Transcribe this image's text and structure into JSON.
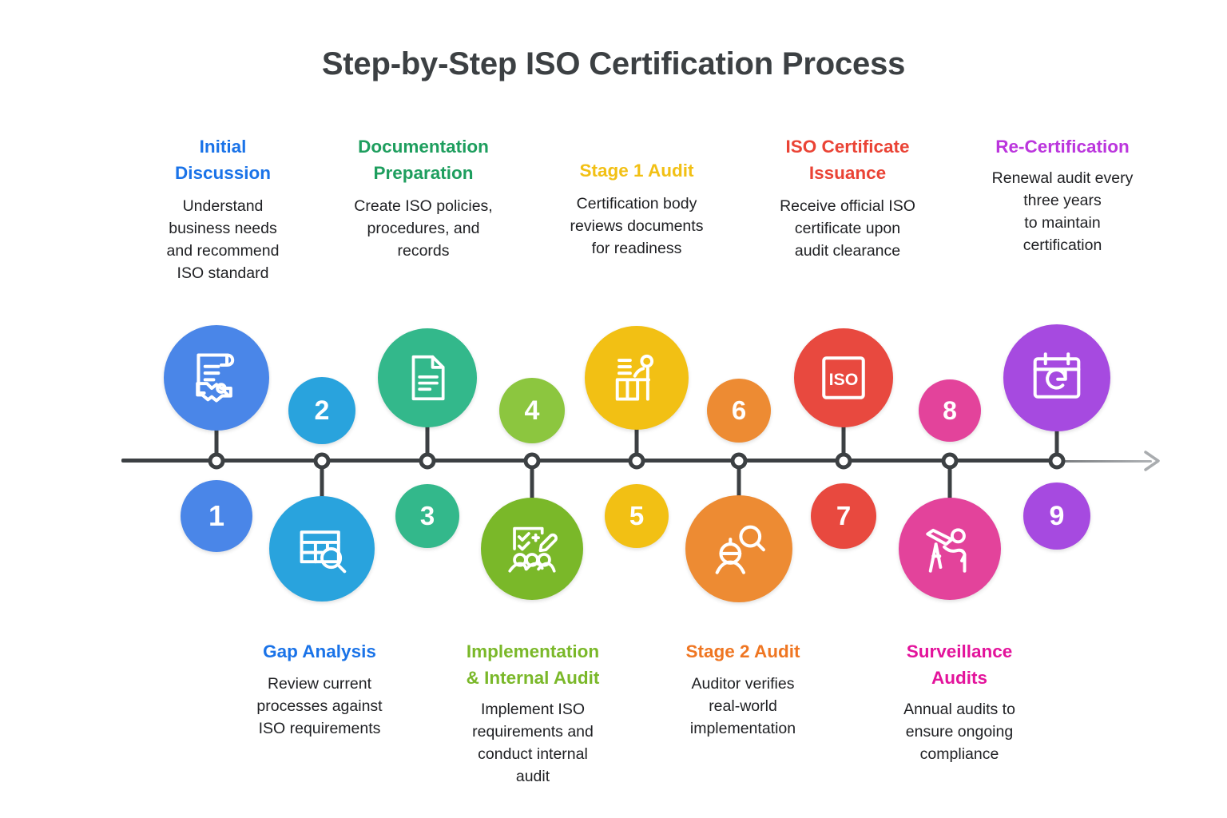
{
  "title": "Step-by-Step ISO Certification Process",
  "colors": {
    "step1": "#4a86e8",
    "step2": "#29a3dd",
    "step3": "#29a3dd",
    "step4": "#8cc63f",
    "step5": "#7ab829",
    "step6": "#ed8b33",
    "step7": "#e8493f",
    "step8": "#e3439b",
    "step9": "#a64ae0",
    "icon1": "#4a86e8",
    "icon2": "#33b88b",
    "icon3": "#29a3dd",
    "icon4": "#f2c014",
    "icon5": "#7ab829",
    "icon6": "#ed8b33",
    "icon7": "#e8493f",
    "icon8": "#e3439b",
    "icon9": "#a64ae0",
    "axis": "#3c4043",
    "title": "#3c4043",
    "body_text": "#202124",
    "hd_initial": "#1a73e8",
    "hd_documentation": "#1e9e5e",
    "hd_stage1": "#f2c014",
    "hd_iso_cert": "#ea4335",
    "hd_recert": "#bb35dd",
    "hd_gap": "#1a73e8",
    "hd_implementation": "#7ab829",
    "hd_stage2": "#ef7622",
    "hd_surveillance": "#e3139b"
  },
  "steps": [
    {
      "number": "1",
      "heading": "Initial Discussion",
      "heading_lines": [
        "Initial",
        "Discussion"
      ],
      "body": "Understand business needs and recommend ISO standard",
      "body_lines": [
        "Understand",
        "business needs",
        "and recommend",
        "ISO standard"
      ],
      "side": "top",
      "icon": "contract-handshake-icon"
    },
    {
      "number": "2",
      "heading": "Gap Analysis",
      "heading_lines": [
        "Gap Analysis"
      ],
      "body": "Review current processes against ISO requirements",
      "body_lines": [
        "Review current",
        "processes against",
        "ISO requirements"
      ],
      "side": "bottom",
      "icon": "table-search-icon"
    },
    {
      "number": "3",
      "heading": "Documentation Preparation",
      "heading_lines": [
        "Documentation",
        "Preparation"
      ],
      "body": "Create ISO policies, procedures, and records",
      "body_lines": [
        "Create ISO policies,",
        "procedures, and",
        "records"
      ],
      "side": "top",
      "icon": "document-page-icon"
    },
    {
      "number": "4",
      "heading": "Implementation & Internal Audit",
      "heading_lines": [
        "Implementation",
        "& Internal Audit"
      ],
      "body": "Implement ISO requirements and conduct internal audit",
      "body_lines": [
        "Implement ISO",
        "requirements and",
        "conduct internal",
        "audit"
      ],
      "side": "bottom",
      "icon": "checklist-people-icon"
    },
    {
      "number": "5",
      "heading": "Stage 1 Audit",
      "heading_lines": [
        "Stage 1 Audit"
      ],
      "body": "Certification body reviews documents for readiness",
      "body_lines": [
        "Certification body",
        "reviews documents",
        "for readiness"
      ],
      "side": "top",
      "icon": "auditor-desk-icon"
    },
    {
      "number": "6",
      "heading": "Stage 2 Audit",
      "heading_lines": [
        "Stage 2 Audit"
      ],
      "body": "Auditor verifies real-world implementation",
      "body_lines": [
        "Auditor verifies",
        "real-world",
        "implementation"
      ],
      "side": "bottom",
      "icon": "worker-inspect-icon"
    },
    {
      "number": "7",
      "heading": "ISO Certificate Issuance",
      "heading_lines": [
        "ISO Certificate",
        "Issuance"
      ],
      "body": "Receive official ISO certificate upon audit clearance",
      "body_lines": [
        "Receive official ISO",
        "certificate upon",
        "audit clearance"
      ],
      "side": "top",
      "icon": "iso-badge-icon"
    },
    {
      "number": "8",
      "heading": "Surveillance Audits",
      "heading_lines": [
        "Surveillance",
        "Audits"
      ],
      "body": "Annual audits to ensure ongoing compliance",
      "body_lines": [
        "Annual audits to",
        "ensure ongoing",
        "compliance"
      ],
      "side": "bottom",
      "icon": "telescope-observer-icon"
    },
    {
      "number": "9",
      "heading": "Re-Certification",
      "heading_lines": [
        "Re-Certification"
      ],
      "body": "Renewal audit every three years to maintain certification",
      "body_lines": [
        "Renewal audit every",
        "three years",
        "to maintain",
        "certification"
      ],
      "side": "top",
      "icon": "calendar-refresh-icon"
    }
  ]
}
